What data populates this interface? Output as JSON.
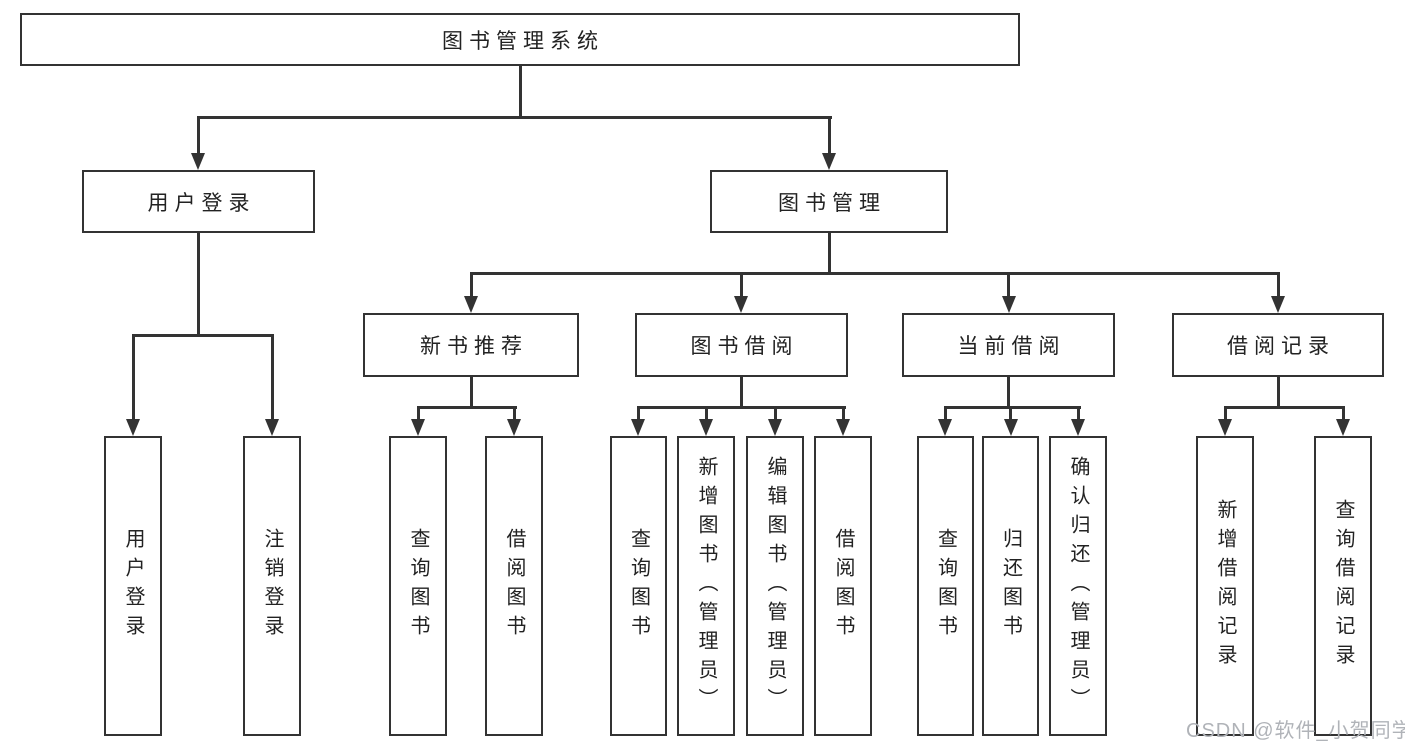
{
  "colors": {
    "background": "#ffffff",
    "line": "#333333",
    "box_border": "#333333",
    "text": "#222222",
    "watermark": "#b0b3b8"
  },
  "watermark": {
    "text": "CSDN @软件_小贺同学"
  },
  "tree": {
    "label": "图书管理系统",
    "children": [
      {
        "label": "用户登录",
        "children": [
          {
            "label": "用户登录"
          },
          {
            "label": "注销登录"
          }
        ]
      },
      {
        "label": "图书管理",
        "children": [
          {
            "label": "新书推荐",
            "children": [
              {
                "label": "查询图书"
              },
              {
                "label": "借阅图书"
              }
            ]
          },
          {
            "label": "图书借阅",
            "children": [
              {
                "label": "查询图书"
              },
              {
                "label": "新增图书（管理员）"
              },
              {
                "label": "编辑图书（管理员）"
              },
              {
                "label": "借阅图书"
              }
            ]
          },
          {
            "label": "当前借阅",
            "children": [
              {
                "label": "查询图书"
              },
              {
                "label": "归还图书"
              },
              {
                "label": "确认归还（管理员）"
              }
            ]
          },
          {
            "label": "借阅记录",
            "children": [
              {
                "label": "新增借阅记录"
              },
              {
                "label": "查询借阅记录"
              }
            ]
          }
        ]
      }
    ]
  }
}
